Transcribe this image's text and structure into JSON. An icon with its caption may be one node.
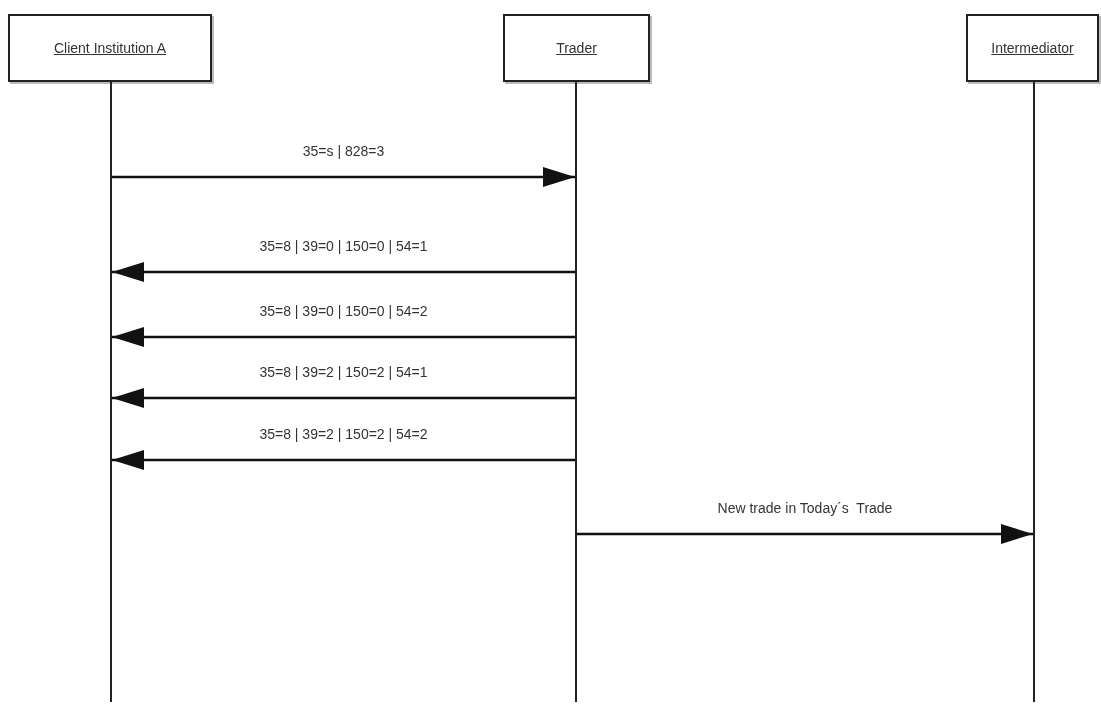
{
  "diagram": {
    "nodes": [
      {
        "text": [
          "Client Institution A"
        ]
      },
      {
        "text": [
          "Trader"
        ]
      },
      {
        "text": [
          "Intermediator"
        ]
      },
      {
        "text": [],
        "shape": "line"
      },
      {
        "text": [],
        "shape": "line"
      },
      {
        "text": [],
        "shape": "line"
      }
    ],
    "edges": [
      {
        "from": 3,
        "to": 4,
        "arrow": "to",
        "label": "35=s | 828=3"
      },
      {
        "from": 4,
        "to": 3,
        "arrow": "to",
        "label": "35=8 | 39=0 | 150=0 | 54=1"
      },
      {
        "from": 4,
        "to": 3,
        "arrow": "to",
        "label": "35=8 | 39=0 | 150=0 | 54=2"
      },
      {
        "from": 4,
        "to": 3,
        "arrow": "to",
        "label": "35=8 | 39=2 | 150=2 | 54=1"
      },
      {
        "from": 4,
        "to": 3,
        "arrow": "to",
        "label": "35=8 | 39=2 | 150=2 | 54=2"
      },
      {
        "from": 4,
        "to": 5,
        "arrow": "to",
        "label": "New trade in Today´s  Trade"
      }
    ]
  }
}
